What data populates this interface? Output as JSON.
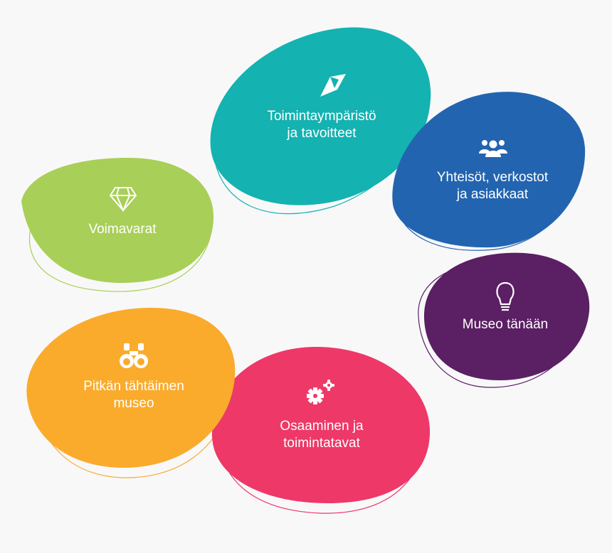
{
  "diagram": {
    "nodes": [
      {
        "id": "toimintaymparisto",
        "line1": "Toimintaympäristö",
        "line2": "ja tavoitteet",
        "color": "#14b2b1",
        "icon": "compass-icon"
      },
      {
        "id": "yhteisot",
        "line1": "Yhteisöt, verkostot",
        "line2": "ja asiakkaat",
        "color": "#2364b0",
        "icon": "people-icon"
      },
      {
        "id": "museo-tanaan",
        "line1": "Museo tänään",
        "line2": "",
        "color": "#5b1f63",
        "icon": "lightbulb-icon"
      },
      {
        "id": "osaaminen",
        "line1": "Osaaminen ja",
        "line2": "toimintatavat",
        "color": "#ee3868",
        "icon": "gears-icon"
      },
      {
        "id": "pitkan-tahtaimen",
        "line1": "Pitkän tähtäimen",
        "line2": "museo",
        "color": "#faab2c",
        "icon": "binoculars-icon"
      },
      {
        "id": "voimavarat",
        "line1": "Voimavarat",
        "line2": "",
        "color": "#a8cf57",
        "icon": "diamond-icon"
      }
    ]
  }
}
